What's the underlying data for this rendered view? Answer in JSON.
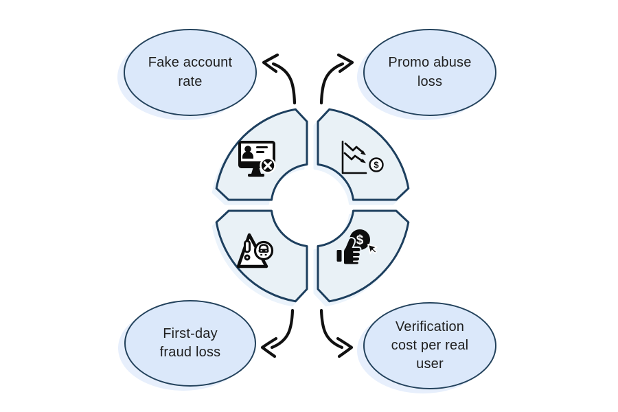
{
  "colors": {
    "canvas_bg": "#ffffff",
    "bubble_fill": "#dbe8fa",
    "bubble_halo": "#e7effc",
    "bubble_stroke": "#23425c",
    "segment_fill": "#e9f1f6",
    "segment_stroke": "#1d3f5e",
    "arrow_color": "#111111",
    "icon_color": "#0d0d0d",
    "label_color": "#1f1f1f"
  },
  "icons": {
    "dollar_symbol": "$"
  },
  "diagram": {
    "bubbles": [
      {
        "id": "fake-account-rate",
        "label": "Fake account\nrate"
      },
      {
        "id": "promo-abuse-loss",
        "label": "Promo abuse\nloss"
      },
      {
        "id": "first-day-fraud-loss",
        "label": "First-day\nfraud loss"
      },
      {
        "id": "verification-cost",
        "label": "Verification\ncost per real\nuser"
      }
    ],
    "segments": [
      {
        "position": "top-left",
        "icon": "fake-account-monitor-icon"
      },
      {
        "position": "top-right",
        "icon": "declining-revenue-chart-icon"
      },
      {
        "position": "bottom-left",
        "icon": "fraud-alert-warning-icon"
      },
      {
        "position": "bottom-right",
        "icon": "cost-per-user-hand-icon"
      }
    ],
    "connectors": [
      {
        "from": "ring-top-left",
        "to": "fake-account-rate"
      },
      {
        "from": "ring-top-right",
        "to": "promo-abuse-loss"
      },
      {
        "from": "ring-bottom-left",
        "to": "first-day-fraud-loss"
      },
      {
        "from": "ring-bottom-right",
        "to": "verification-cost"
      }
    ]
  }
}
